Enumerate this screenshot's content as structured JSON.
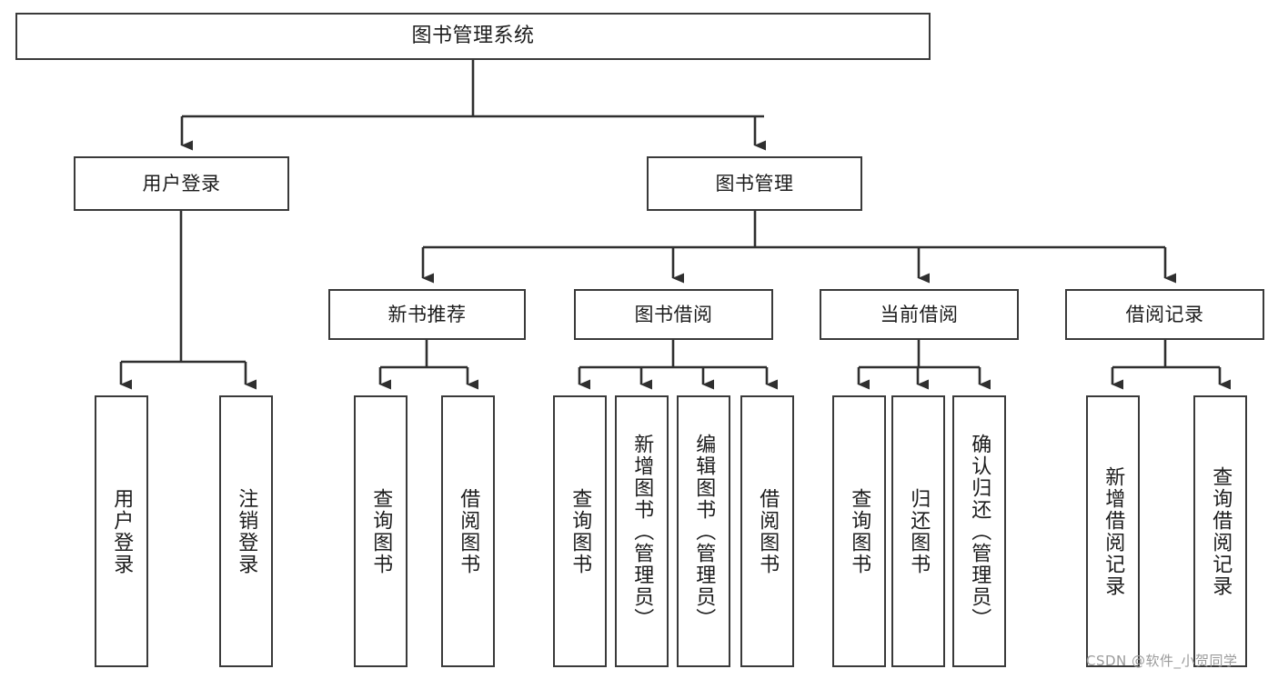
{
  "diagram": {
    "title": "图书管理系统",
    "type": "tree-hierarchy-chart",
    "colors": {
      "box_border": "#3a3a3a",
      "box_fill": "#ffffff",
      "connector": "#2f2f2f",
      "text": "#1c1c1c",
      "watermark": "#9b9b9b"
    },
    "nodes": {
      "root": {
        "label": "图书管理系统"
      },
      "level1": [
        {
          "id": "user-login",
          "label": "用户登录"
        },
        {
          "id": "book-manage",
          "label": "图书管理"
        }
      ],
      "level2": [
        {
          "id": "new-book-recommend",
          "label": "新书推荐"
        },
        {
          "id": "book-borrow",
          "label": "图书借阅"
        },
        {
          "id": "current-borrow",
          "label": "当前借阅"
        },
        {
          "id": "borrow-record",
          "label": "借阅记录"
        }
      ],
      "leaves": {
        "user_login": [
          {
            "id": "leaf-user-login",
            "label": "用户登录"
          },
          {
            "id": "leaf-user-logout",
            "label": "注销登录"
          }
        ],
        "new_book_recommend": [
          {
            "id": "leaf-query-book-1",
            "label": "查询图书"
          },
          {
            "id": "leaf-borrow-book-1",
            "label": "借阅图书"
          }
        ],
        "book_borrow": [
          {
            "id": "leaf-query-book-2",
            "label": "查询图书"
          },
          {
            "id": "leaf-add-book",
            "label": "新增图书（管理员）"
          },
          {
            "id": "leaf-edit-book",
            "label": "编辑图书（管理员）"
          },
          {
            "id": "leaf-borrow-book-2",
            "label": "借阅图书"
          }
        ],
        "current_borrow": [
          {
            "id": "leaf-query-book-3",
            "label": "查询图书"
          },
          {
            "id": "leaf-return-book",
            "label": "归还图书"
          },
          {
            "id": "leaf-confirm-return",
            "label": "确认归还（管理员）"
          }
        ],
        "borrow_record": [
          {
            "id": "leaf-add-record",
            "label": "新增借阅记录"
          },
          {
            "id": "leaf-query-record",
            "label": "查询借阅记录"
          }
        ]
      }
    },
    "watermark": "CSDN @软件_小贺同学"
  }
}
